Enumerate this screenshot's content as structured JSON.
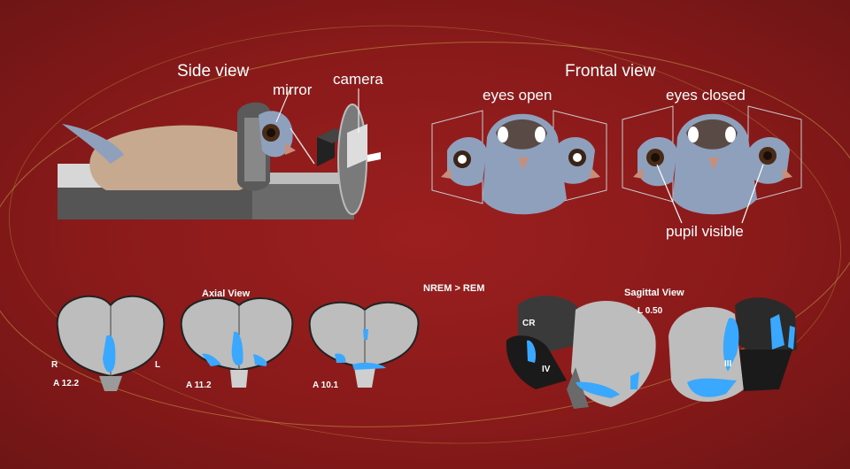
{
  "top": {
    "side_view": "Side view",
    "mirror": "mirror",
    "camera": "camera",
    "frontal_view": "Frontal view",
    "eyes_open": "eyes open",
    "eyes_closed": "eyes closed",
    "pupil_visible": "pupil visible"
  },
  "bottom": {
    "axial_view": "Axial View",
    "contrast": "NREM > REM",
    "sagittal_view": "Sagittal View",
    "sagittal_slice": "L 0.50",
    "left_marker": "R",
    "right_marker": "L",
    "axial_slices": [
      "A 12.2",
      "A 11.2",
      "A 10.1"
    ],
    "regions": [
      "CR",
      "IV",
      "III"
    ]
  },
  "colors": {
    "background": "#8a1c1c",
    "pigeon_blue": "#8fa0bd",
    "pigeon_body": "#c6a98f",
    "activation": "#3aa8ff",
    "ring": "#c9a24a"
  }
}
